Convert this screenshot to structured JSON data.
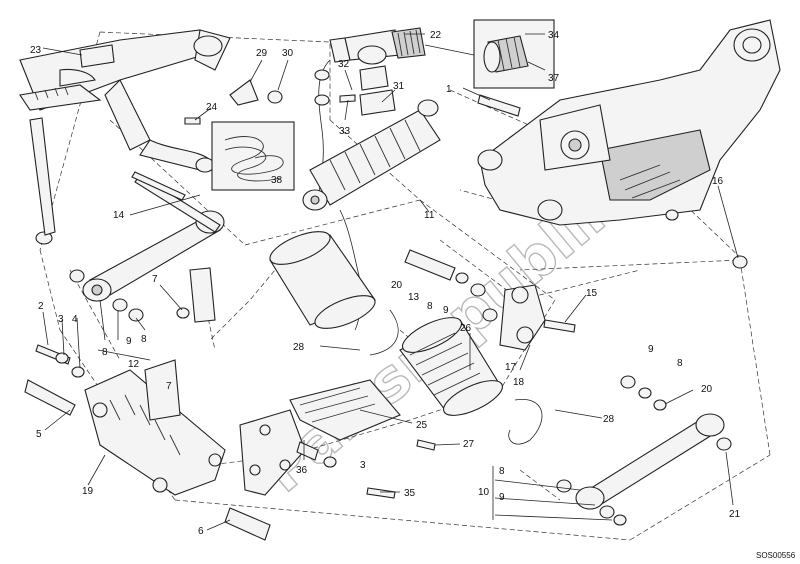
{
  "callouts": [
    "1",
    "2",
    "3",
    "3",
    "4",
    "5",
    "6",
    "7",
    "7",
    "8",
    "8",
    "8",
    "8",
    "8",
    "9",
    "9",
    "9",
    "9",
    "10",
    "11",
    "12",
    "13",
    "14",
    "15",
    "16",
    "17",
    "18",
    "19",
    "20",
    "20",
    "21",
    "22",
    "23",
    "24",
    "25",
    "26",
    "27",
    "28",
    "28",
    "29",
    "30",
    "31",
    "32",
    "33",
    "34",
    "35",
    "36",
    "37",
    "38"
  ],
  "drawing_code": "SOS00556",
  "watermark": "Partsrepublik"
}
